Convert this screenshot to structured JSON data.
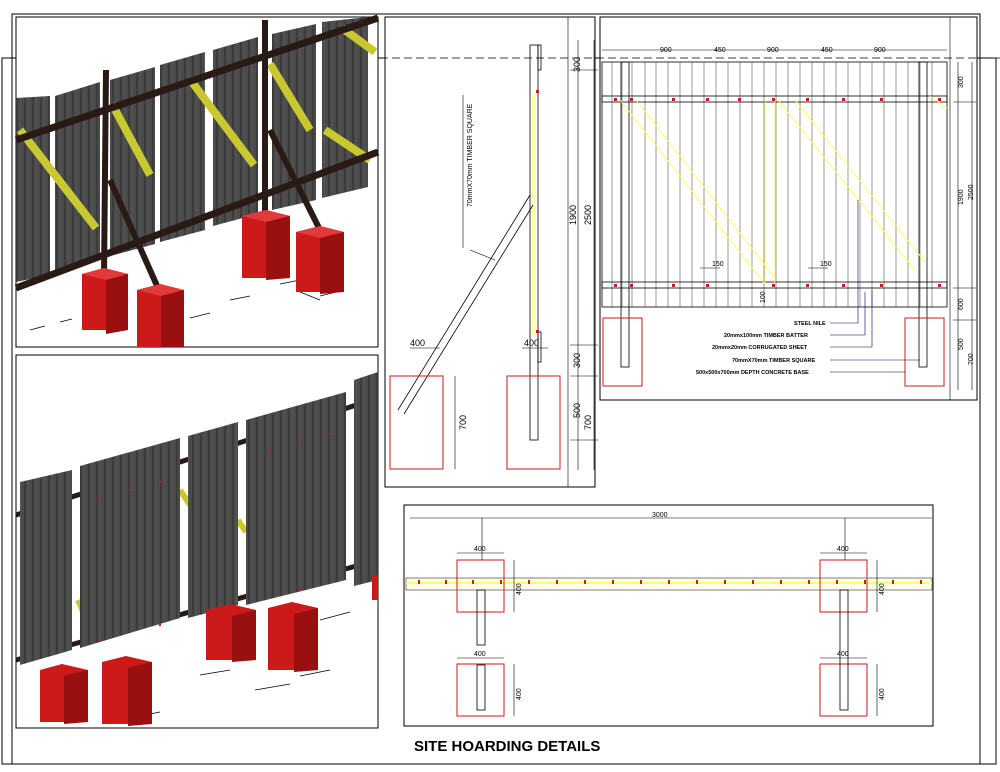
{
  "title": "SITE HOARDING DETAILS",
  "colors": {
    "corrugated_sheet": "#4a4a4a",
    "timber_frame": "#2a1a16",
    "bracing": "#c8c830",
    "concrete_base": "#cc1a1a",
    "drawing_line": "#000000",
    "bracing_line": "#ffff66"
  },
  "section": {
    "note_timber": "70mmX70mm TIMBER SQUARE",
    "dim_300_top": "300",
    "dim_1900": "1900",
    "dim_2500": "2500",
    "dim_300_bottom": "300",
    "dim_500": "500",
    "dim_700": "700",
    "dim_400_brace": "400",
    "dim_400_post": "400",
    "dim_700_brace": "700"
  },
  "elevation": {
    "dims_top": [
      "900",
      "450",
      "900",
      "450",
      "900"
    ],
    "dim_300": "300",
    "dim_1900": "1900",
    "dim_2500": "2500",
    "dim_600": "600",
    "dim_500": "500",
    "dim_700": "700",
    "dim_150_a": "150",
    "dim_150_b": "150",
    "dim_100": "100",
    "notes": [
      "STEEL NILE",
      "20mmx100mm TIMBER BATTER",
      "20mmx20mm CORRUGATED SHEET",
      "70mmX70mm TIMBER SQUARE",
      "500x500x700mm DEPTH CONCRETE BASE"
    ]
  },
  "plan": {
    "dim_3000": "3000",
    "dim_400_1": "400",
    "dim_400_2": "400",
    "dim_400_3": "400",
    "dim_400_4": "400",
    "dim_400_5": "400",
    "dim_400_6": "400",
    "dim_400_7": "400",
    "dim_400_8": "400"
  }
}
